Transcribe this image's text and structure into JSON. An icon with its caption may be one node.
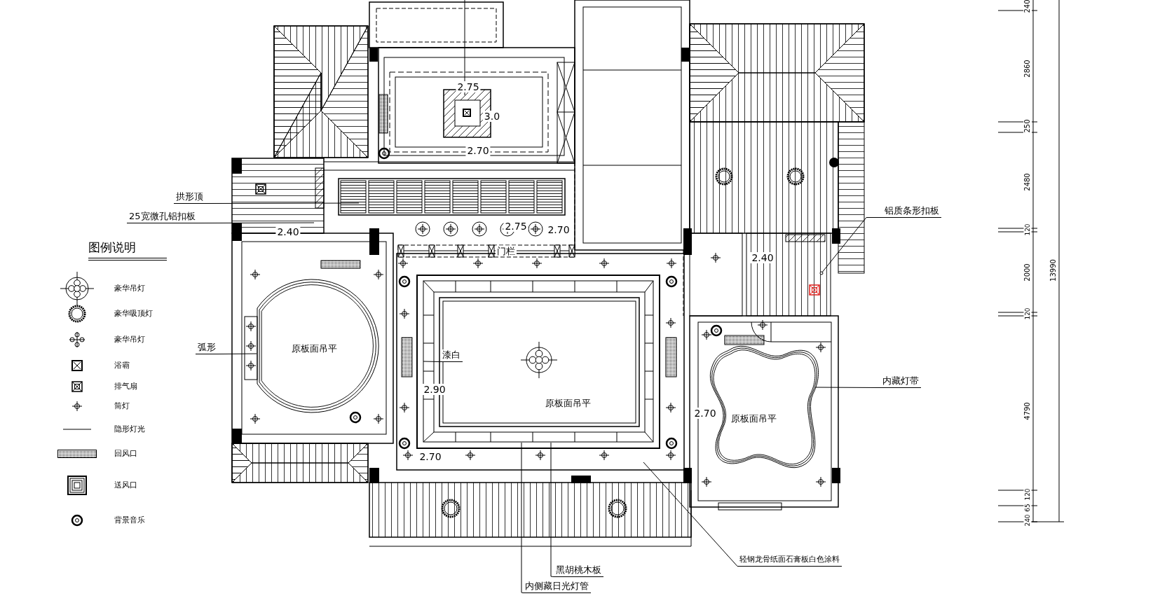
{
  "diagram": {
    "nodes": [
      {
        "text": [
          "拱形顶"
        ]
      },
      {
        "text": [
          "25宽微孔铝扣板"
        ]
      },
      {
        "text": [
          "弧形"
        ]
      },
      {
        "text": [
          "漆白"
        ]
      },
      {
        "text": [
          "铝质条形扣板"
        ]
      },
      {
        "text": [
          "内藏灯带"
        ]
      },
      {
        "text": [
          "黑胡桃木板"
        ]
      },
      {
        "text": [
          "内侧藏日光灯管"
        ]
      },
      {
        "text": [
          "轻钢龙骨纸面石膏板白色涂料"
        ]
      },
      {
        "text": [],
        "shape": "cloud"
      }
    ],
    "edges": [
      {
        "from": 0,
        "to": null,
        "arrow": "none"
      },
      {
        "from": 1,
        "to": null,
        "arrow": "none"
      },
      {
        "from": 2,
        "to": null,
        "arrow": "none"
      },
      {
        "from": 3,
        "to": null,
        "arrow": "none"
      },
      {
        "from": 4,
        "to": null,
        "arrow": "other"
      },
      {
        "from": 5,
        "to": 9,
        "arrow": "none"
      },
      {
        "from": 6,
        "to": null,
        "arrow": "none"
      },
      {
        "from": 7,
        "to": null,
        "arrow": "none"
      },
      {
        "from": 8,
        "to": null,
        "arrow": "none"
      }
    ],
    "labels": [
      "图例说明",
      "2.75",
      "3.0",
      "2.70",
      "2.40",
      "2.75",
      "2.70",
      "门栏",
      "2.40",
      "原板面吊平",
      "2.90",
      "原板面吊平",
      "原板面吊平",
      "2.70",
      "2.70",
      "240",
      "2860",
      "250",
      "2480",
      "120",
      "2000",
      "120",
      "4790",
      "120",
      "65",
      "240",
      "13990"
    ],
    "legend": [
      {
        "text": "豪华吊灯"
      },
      {
        "text": "豪华吸顶灯"
      },
      {
        "text": "豪华吊灯"
      },
      {
        "text": "浴霸"
      },
      {
        "text": "排气扇"
      },
      {
        "text": "筒灯"
      },
      {
        "text": "隐形灯光"
      },
      {
        "text": "回风口"
      },
      {
        "text": "送风口"
      },
      {
        "text": "背景音乐"
      }
    ]
  }
}
